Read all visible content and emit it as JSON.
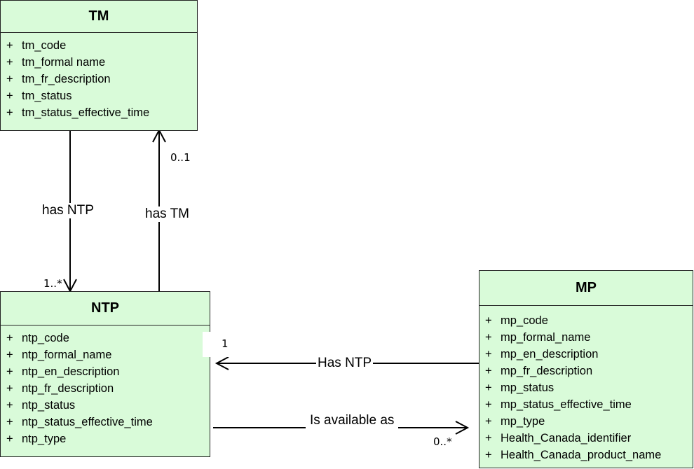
{
  "classes": {
    "tm": {
      "name": "TM",
      "attributes": [
        "tm_code",
        "tm_formal name",
        "tm_fr_description",
        "tm_status",
        "tm_status_effective_time"
      ]
    },
    "ntp": {
      "name": "NTP",
      "attributes": [
        "ntp_code",
        "ntp_formal_name",
        "ntp_en_description",
        "ntp_fr_description",
        "ntp_status",
        "ntp_status_effective_time",
        "ntp_type"
      ]
    },
    "mp": {
      "name": "MP",
      "attributes": [
        "mp_code",
        "mp_formal_name",
        "mp_en_description",
        "mp_fr_description",
        "mp_status",
        "mp_status_effective_time",
        "mp_type",
        "Health_Canada_identifier",
        "Health_Canada_product_name"
      ]
    }
  },
  "visibility_marker": "+",
  "associations": {
    "tm_has_ntp": {
      "label": "has NTP",
      "multiplicity": "1..*"
    },
    "ntp_has_tm": {
      "label": "has TM",
      "multiplicity": "0..1"
    },
    "mp_has_ntp": {
      "label": "Has NTP",
      "multiplicity": "1"
    },
    "ntp_available_as": {
      "label": "Is available as",
      "multiplicity": "0..*"
    }
  }
}
